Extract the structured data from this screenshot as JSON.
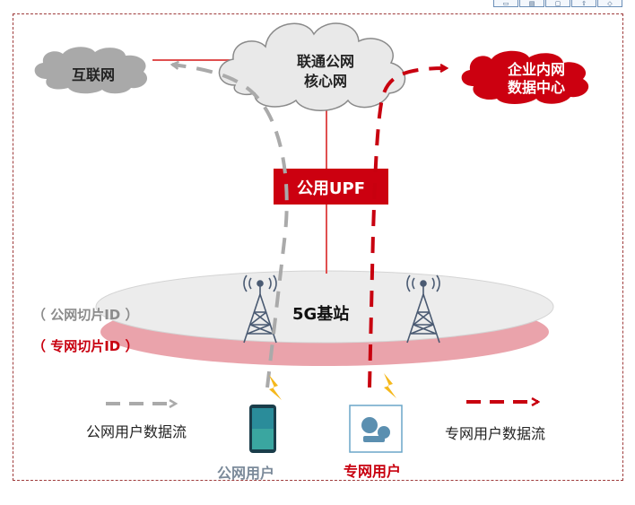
{
  "nodes": {
    "core_network_line1": "联通公网",
    "core_network_line2": "核心网",
    "internet": "互联网",
    "enterprise_line1": "企业内网",
    "enterprise_line2": "数据中心",
    "upf": "公用UPF",
    "base_station": "5G基站",
    "public_slice": "（ 公网切片ID ）",
    "private_slice": "（ 专网切片ID ）",
    "public_user": "公网用户",
    "private_user": "专网用户"
  },
  "legend": {
    "public_flow": "公网用户数据流",
    "private_flow": "专网用户数据流"
  },
  "toolbar": {
    "icons": [
      "collapse-icon",
      "layout-icon",
      "copy-icon",
      "upload-icon",
      "feedback-icon"
    ]
  },
  "colors": {
    "brand_red": "#c8000f",
    "public_gray": "#aaaaaa",
    "slice_pink": "#eaa3ab",
    "cloud_gray": "#e9e9e9"
  }
}
